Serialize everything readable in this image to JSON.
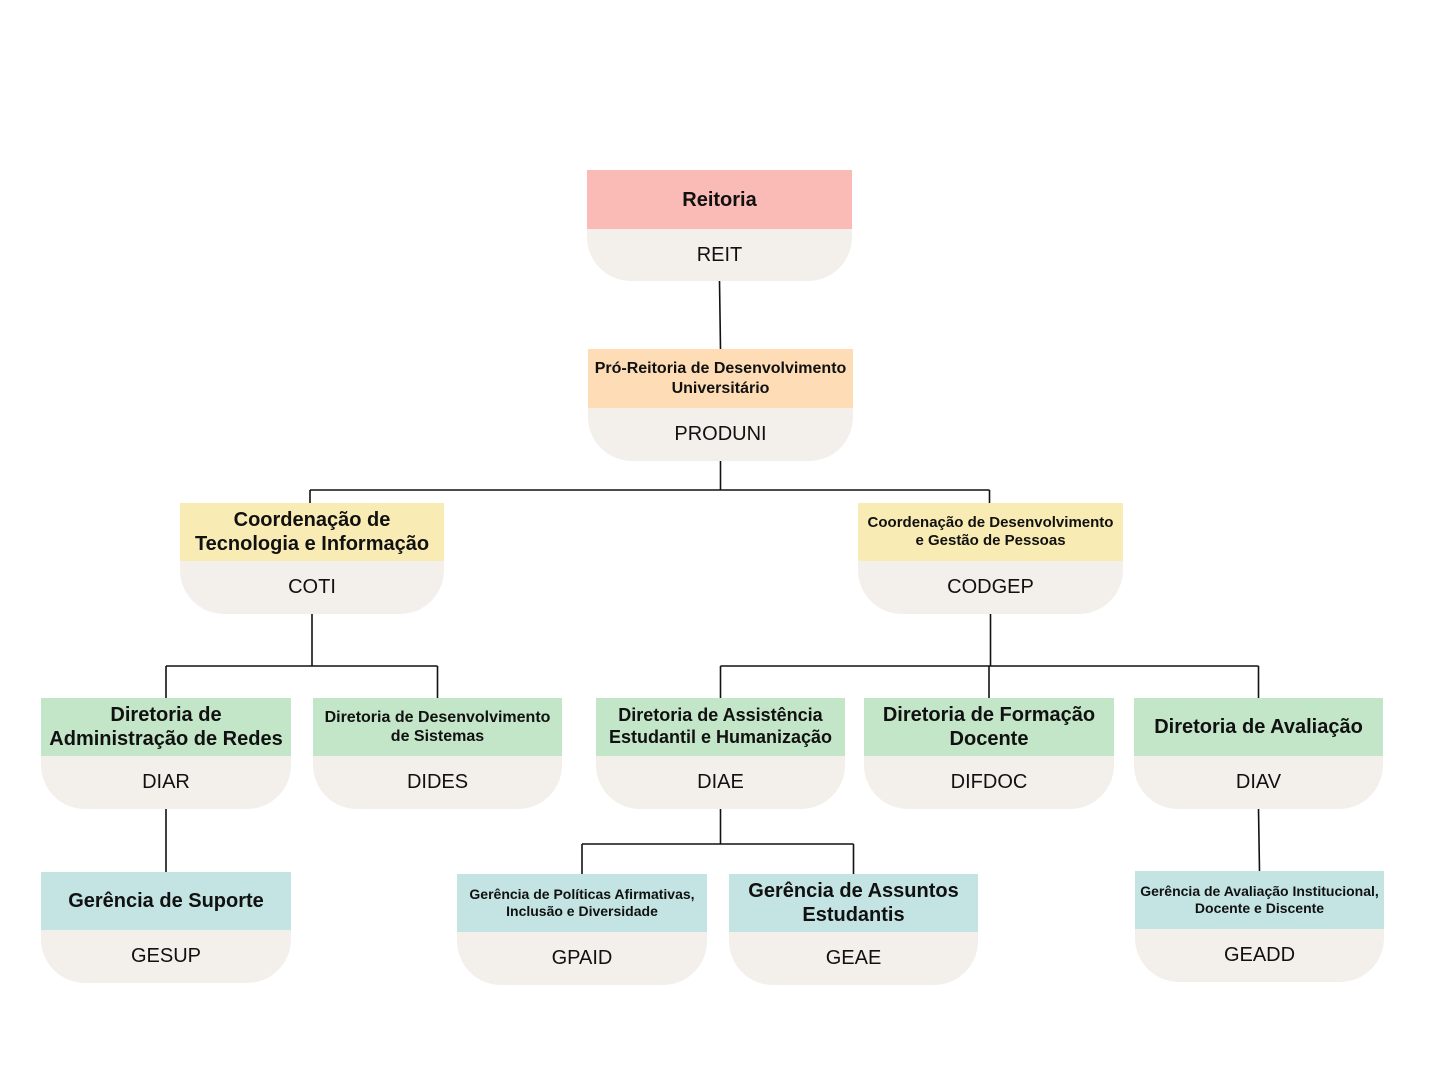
{
  "colors": {
    "reitoria": "#fabab5",
    "pro_reitoria": "#fddcb6",
    "coordenacao": "#f8ebb3",
    "diretoria": "#c3e5c8",
    "gerencia": "#c3e4e3",
    "code_box": "#f3f0eb",
    "connector": "#111111"
  },
  "nodes": {
    "reit": {
      "title": "Reitoria",
      "code": "REIT"
    },
    "produni": {
      "title": "Pró-Reitoria de Desenvolvimento Universitário",
      "code": "PRODUNI"
    },
    "coti": {
      "title": "Coordenação de Tecnologia e Informação",
      "code": "COTI"
    },
    "codgep": {
      "title": "Coordenação de Desenvolvimento e Gestão de Pessoas",
      "code": "CODGEP"
    },
    "diar": {
      "title": "Diretoria de Administração de Redes",
      "code": "DIAR"
    },
    "dides": {
      "title": "Diretoria de Desenvolvimento de Sistemas",
      "code": "DIDES"
    },
    "diae": {
      "title": "Diretoria de Assistência Estudantil e Humanização",
      "code": "DIAE"
    },
    "difdoc": {
      "title": "Diretoria de Formação Docente",
      "code": "DIFDOC"
    },
    "diav": {
      "title": "Diretoria de Avaliação",
      "code": "DIAV"
    },
    "gesup": {
      "title": "Gerência de Suporte",
      "code": "GESUP"
    },
    "gpaid": {
      "title": "Gerência de Políticas Afirmativas, Inclusão e Diversidade",
      "code": "GPAID"
    },
    "geae": {
      "title": "Gerência de Assuntos Estudantis",
      "code": "GEAE"
    },
    "geadd": {
      "title": "Gerência de Avaliação Institucional, Docente e Discente",
      "code": "GEADD"
    }
  },
  "edges": [
    [
      "reit",
      "produni"
    ],
    [
      "produni",
      "coti"
    ],
    [
      "produni",
      "codgep"
    ],
    [
      "coti",
      "diar"
    ],
    [
      "coti",
      "dides"
    ],
    [
      "codgep",
      "diae"
    ],
    [
      "codgep",
      "difdoc"
    ],
    [
      "codgep",
      "diav"
    ],
    [
      "diar",
      "gesup"
    ],
    [
      "diae",
      "gpaid"
    ],
    [
      "diae",
      "geae"
    ],
    [
      "diav",
      "geadd"
    ]
  ]
}
